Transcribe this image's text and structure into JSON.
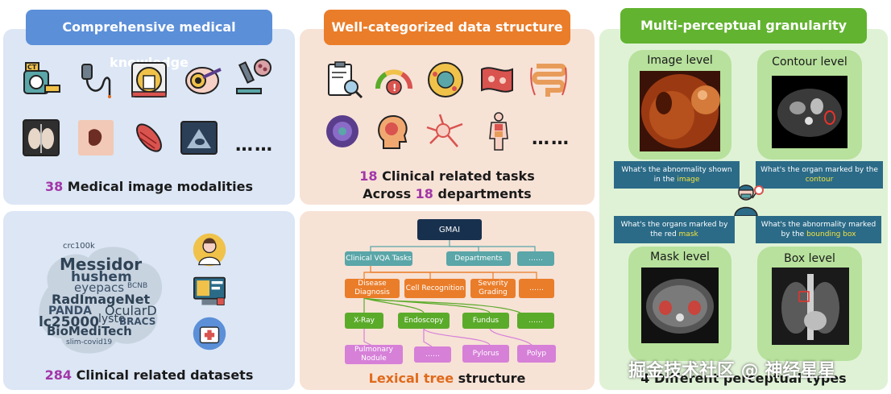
{
  "panels": {
    "knowledge": {
      "header": "Comprehensive medical knowledge",
      "caption_num": "38",
      "caption_text": " Medical image modalities",
      "more": "……"
    },
    "datasets": {
      "caption_num": "284",
      "caption_text": " Clinical related datasets",
      "cloud_words": [
        "Messidor",
        "hushem",
        "eyepacs",
        "RadImageNet",
        "PANDA",
        "OcularD",
        "lc25000",
        "lysto",
        "BRACS",
        "BioMediTech",
        "crc100k",
        "BCNB",
        "slim-covid19"
      ]
    },
    "structure": {
      "header": "Well-categorized data structure",
      "caption_line1_num": "18",
      "caption_line1_text": " Clinical related tasks",
      "caption_line2_pre": "Across ",
      "caption_line2_num": "18",
      "caption_line2_text": " departments",
      "more": "……"
    },
    "tree": {
      "root": "GMAI",
      "level1": [
        "Clinical VQA Tasks",
        "Departments",
        "……"
      ],
      "level2": [
        "Disease Diagnosis",
        "Cell Recognition",
        "Severity Grading",
        "……"
      ],
      "level3": [
        "X-Ray",
        "Endoscopy",
        "Fundus",
        "……"
      ],
      "level4": [
        "Pulmonary Nodule",
        "……",
        "Pylorus",
        "Polyp"
      ],
      "caption_colored": "Lexical tree",
      "caption_rest": " structure"
    },
    "granularity": {
      "header": "Multi-perceptual granularity",
      "levels": [
        "Image level",
        "Contour level",
        "Mask level",
        "Box level"
      ],
      "q1_pre": "What's the abnormality shown in the ",
      "q1_hl": "image",
      "q2_pre": "What's the organ marked by the ",
      "q2_hl": "contour",
      "q3_pre": "What's the organs marked by the red ",
      "q3_hl": "mask",
      "q4_pre": "What's the abnormality marked by the ",
      "q4_hl": "bounding box",
      "caption": "4 Different perceptual types"
    }
  },
  "watermark": "掘金技术社区 @ 神经星星",
  "colors": {
    "blue_panel": "#dce6f5",
    "orange_panel": "#f7e2d6",
    "green_panel": "#dff2d6",
    "accent_purple": "#a236a8",
    "accent_orange": "#e06a1b"
  }
}
